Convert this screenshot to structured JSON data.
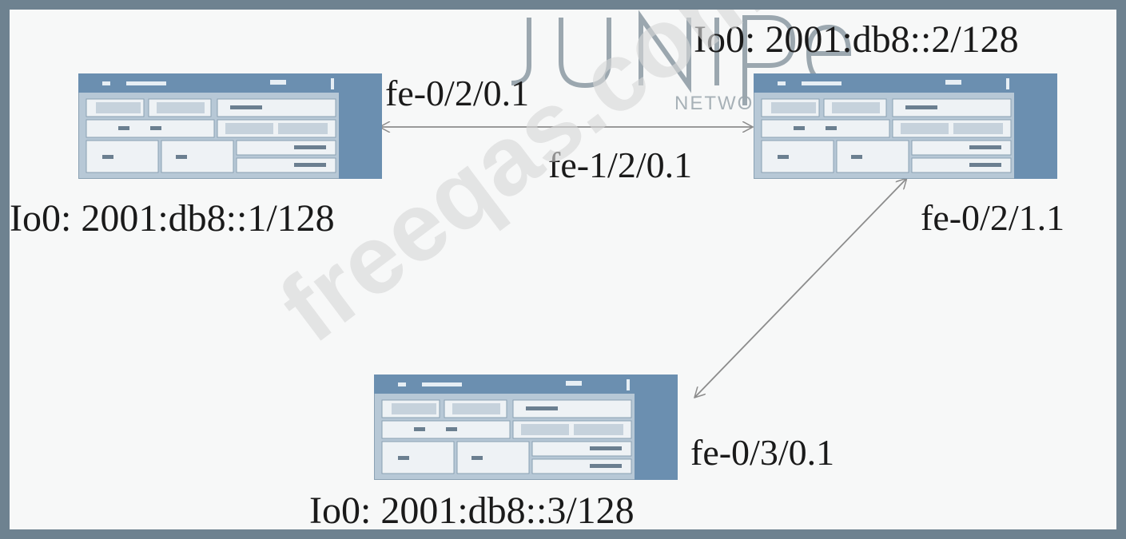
{
  "logo": {
    "brand_top": "JUNIPer",
    "brand_bottom": "NETWORKS",
    "registered_mark": "®"
  },
  "routers": [
    {
      "id": "r1",
      "loopback": "Io0: 2001:db8::1/128"
    },
    {
      "id": "r2",
      "loopback": "Io0: 2001:db8::2/128"
    },
    {
      "id": "r3",
      "loopback": "Io0: 2001:db8::3/128"
    }
  ],
  "interfaces": {
    "r1_to_r2": "fe-0/2/0.1",
    "r2_to_r1": "fe-1/2/0.1",
    "r2_to_r3": "fe-0/2/1.1",
    "r3_to_r2": "fe-0/3/0.1"
  },
  "watermark": "freeqas.com",
  "colors": {
    "router_body": "#b7c8d6",
    "router_accent": "#6b8fb0",
    "link": "#8c8c8c",
    "background": "#f7f8f8",
    "border": "#6e8290"
  }
}
